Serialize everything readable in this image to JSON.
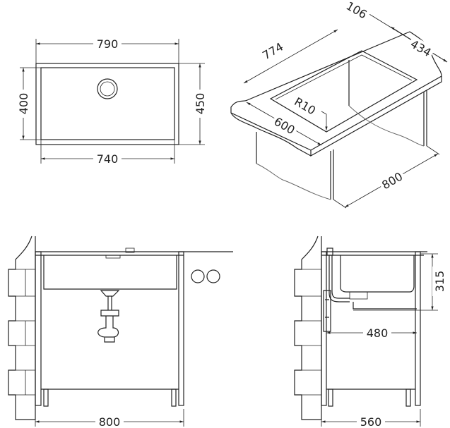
{
  "title": "Sink installation dimensions",
  "top_view": {
    "overall_width": "790",
    "bowl_depth": "400",
    "overall_depth": "450",
    "bowl_width": "740"
  },
  "iso_view": {
    "flange": "106",
    "cutout_length": "774",
    "cutout_depth": "434",
    "corner_radius": "R10",
    "worktop_depth": "600",
    "cabinet_width": "800"
  },
  "front_view": {
    "cabinet_width": "800"
  },
  "side_view": {
    "bowl_height": "315",
    "bowl_offset": "480",
    "cabinet_depth": "560"
  }
}
